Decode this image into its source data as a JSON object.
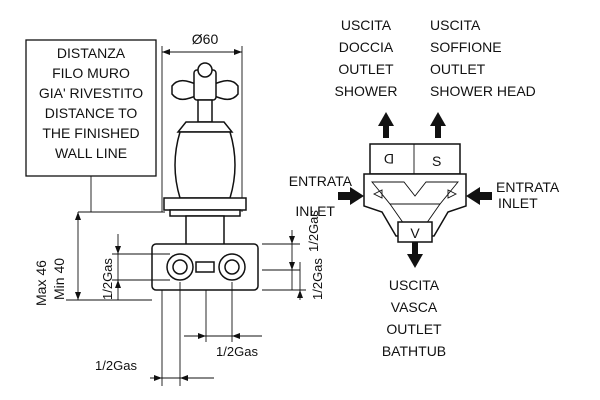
{
  "note_box": {
    "lines": [
      "DISTANZA",
      "FILO MURO",
      "GIA' RIVESTITO",
      "DISTANCE TO",
      "THE FINISHED",
      "WALL LINE"
    ]
  },
  "dimensions": {
    "diameter": "Ø60",
    "max": "Max 46",
    "min": "Min 40",
    "gas_left": "1/2Gas",
    "gas_right_upper": "1/2Gas",
    "gas_right_lower": "1/2Gas",
    "gas_bottom_center": "1/2Gas",
    "gas_bottom_left": "1/2Gas"
  },
  "schematic": {
    "outlet_shower": [
      "USCITA",
      "DOCCIA",
      "OUTLET",
      "SHOWER"
    ],
    "outlet_head": [
      "USCITA",
      "SOFFIONE",
      "OUTLET",
      "SHOWER HEAD"
    ],
    "inlet_left": [
      "ENTRATA",
      "INLET"
    ],
    "inlet_right": [
      "ENTRATA",
      "INLET"
    ],
    "outlet_bath": [
      "USCITA",
      "VASCA",
      "OUTLET",
      "BATHTUB"
    ],
    "port_d": "D",
    "port_s": "S",
    "port_v": "V"
  }
}
